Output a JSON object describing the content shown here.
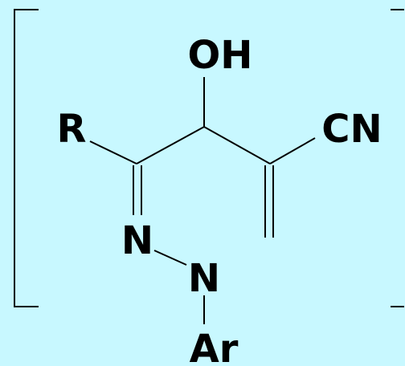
{
  "colors": {
    "background": "#c8f8ff",
    "ink": "#000000"
  },
  "structure": {
    "atoms": {
      "hydroxyl": "OH",
      "r_group": "R",
      "nitrile": "CN",
      "imine_nitrogen": "N",
      "amine_nitrogen": "N",
      "aryl_group": "Ar"
    }
  }
}
